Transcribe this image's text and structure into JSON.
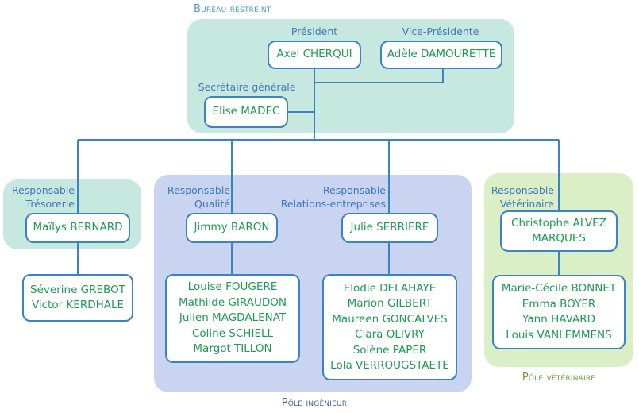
{
  "regions": {
    "bureau": "Bureau restreint",
    "ingenieur": "Pôle ingénieur",
    "veterinaire": "Pôle vétérinaire"
  },
  "president": {
    "role": "Président",
    "name": "Axel CHERQUI"
  },
  "vice_presidente": {
    "role": "Vice-Présidente",
    "name": "Adèle DAMOURETTE"
  },
  "secretaire": {
    "role": "Secrétaire générale",
    "name": "Elise MADEC"
  },
  "tresorerie": {
    "role_line1": "Responsable",
    "role_line2": "Trésorerie",
    "name": "Maïlys BERNARD",
    "members": [
      "Séverine GREBOT",
      "Victor KERDHALE"
    ]
  },
  "qualite": {
    "role_line1": "Responsable",
    "role_line2": "Qualité",
    "name": "Jimmy BARON",
    "members": [
      "Louise FOUGERE",
      "Mathilde GIRAUDON",
      "Julien MAGDALENAT",
      "Coline SCHIELL",
      "Margot TILLON"
    ]
  },
  "relations": {
    "role_line1": "Responsable",
    "role_line2": "Relations-entreprises",
    "name": "Julie SERRIERE",
    "members": [
      "Elodie DELAHAYE",
      "Marion GILBERT",
      "Maureen GONCALVES",
      "Clara OLIVRY",
      "Solène PAPER",
      "Lola VERROUGSTAETE"
    ]
  },
  "veterinaire": {
    "role_line1": "Responsable",
    "role_line2": "Vétérinaire",
    "name_line1": "Christophe ALVEZ",
    "name_line2": "MARQUES",
    "members": [
      "Marie-Cécile BONNET",
      "Emma BOYER",
      "Yann HAVARD",
      "Louis VANLEMMENS"
    ]
  }
}
